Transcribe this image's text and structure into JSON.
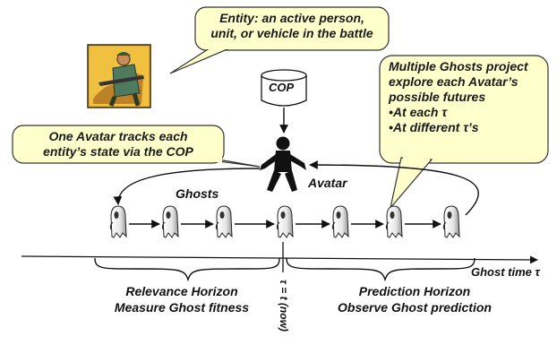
{
  "entity_callout": {
    "line1": "Entity: an active person,",
    "line2": "unit, or vehicle in the battle"
  },
  "cop_label": "COP",
  "avatar_callout": {
    "line1": "One Avatar tracks each",
    "line2": "entity’s state via the COP"
  },
  "ghosts_callout": {
    "line1": "Multiple Ghosts project",
    "line2": "explore each Avatar’s",
    "line3": "possible futures",
    "line4": "•At each τ",
    "line5": "•At different τ’s"
  },
  "avatar_label": "Avatar",
  "ghosts_label": "Ghosts",
  "ghost_time_label": "Ghost time τ",
  "now_label": "τ = t (now)",
  "relevance": {
    "line1": "Relevance Horizon",
    "line2": "Measure Ghost fitness"
  },
  "prediction": {
    "line1": "Prediction Horizon",
    "line2": "Observe Ghost prediction"
  },
  "colors": {
    "callout_fill": "#ffffcc",
    "ink": "#111111",
    "soldier_bg": "#e8b030"
  }
}
